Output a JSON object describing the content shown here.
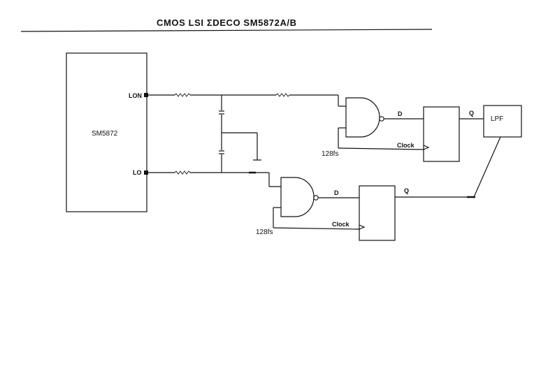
{
  "title": "CMOS LSI ΣDECO SM5872A/B",
  "chip": {
    "name": "SM5872",
    "pin_top": "LON",
    "pin_bottom": "LO"
  },
  "upper_path": {
    "d_label": "D",
    "q_label": "Q",
    "clock_label": "Clock",
    "clock_source": "128fs"
  },
  "lower_path": {
    "d_label": "D",
    "q_label": "Q",
    "clock_label": "Clock",
    "clock_source": "128fs"
  },
  "filter": {
    "label": "LPF"
  }
}
